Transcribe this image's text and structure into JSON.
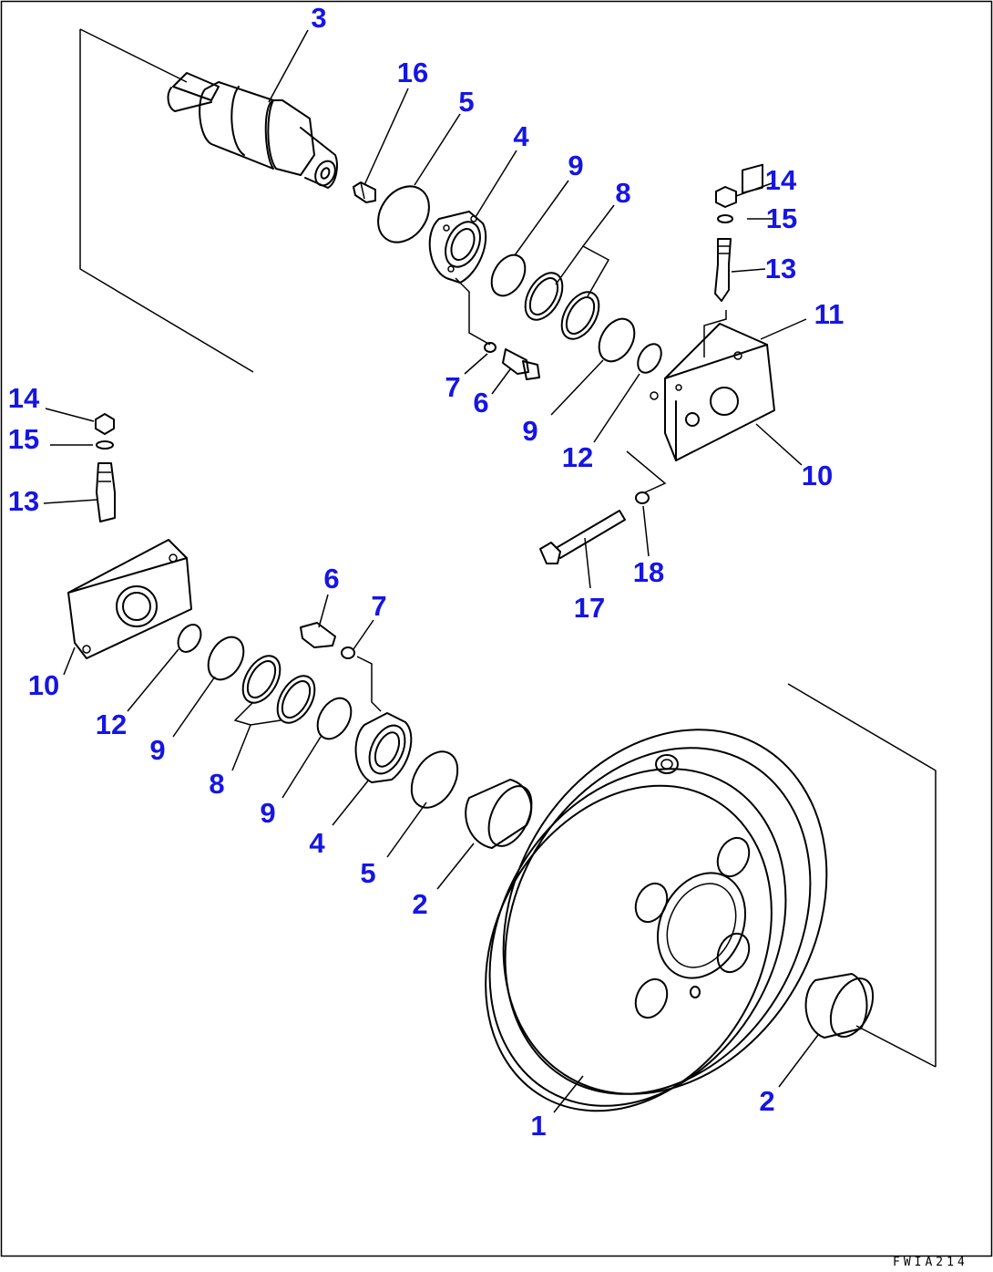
{
  "diagram": {
    "reference_code": "FWIA214",
    "accent_color": "#1515e6",
    "callouts": [
      {
        "id": "c-3",
        "label": "3"
      },
      {
        "id": "c-16",
        "label": "16"
      },
      {
        "id": "c-5-top",
        "label": "5"
      },
      {
        "id": "c-4-top",
        "label": "4"
      },
      {
        "id": "c-9-top",
        "label": "9"
      },
      {
        "id": "c-8-top",
        "label": "8"
      },
      {
        "id": "c-14-right",
        "label": "14"
      },
      {
        "id": "c-15-right",
        "label": "15"
      },
      {
        "id": "c-13-right",
        "label": "13"
      },
      {
        "id": "c-11",
        "label": "11"
      },
      {
        "id": "c-7-top",
        "label": "7"
      },
      {
        "id": "c-6-top",
        "label": "6"
      },
      {
        "id": "c-9-mid",
        "label": "9"
      },
      {
        "id": "c-12-right",
        "label": "12"
      },
      {
        "id": "c-10-right",
        "label": "10"
      },
      {
        "id": "c-17",
        "label": "17"
      },
      {
        "id": "c-18",
        "label": "18"
      },
      {
        "id": "c-14-left",
        "label": "14"
      },
      {
        "id": "c-15-left",
        "label": "15"
      },
      {
        "id": "c-13-left",
        "label": "13"
      },
      {
        "id": "c-10-left",
        "label": "10"
      },
      {
        "id": "c-6-low",
        "label": "6"
      },
      {
        "id": "c-7-low",
        "label": "7"
      },
      {
        "id": "c-12-left",
        "label": "12"
      },
      {
        "id": "c-9-left",
        "label": "9"
      },
      {
        "id": "c-8-low",
        "label": "8"
      },
      {
        "id": "c-9-low",
        "label": "9"
      },
      {
        "id": "c-4-low",
        "label": "4"
      },
      {
        "id": "c-5-low",
        "label": "5"
      },
      {
        "id": "c-2-left",
        "label": "2"
      },
      {
        "id": "c-2-right",
        "label": "2"
      },
      {
        "id": "c-1",
        "label": "1"
      }
    ]
  }
}
